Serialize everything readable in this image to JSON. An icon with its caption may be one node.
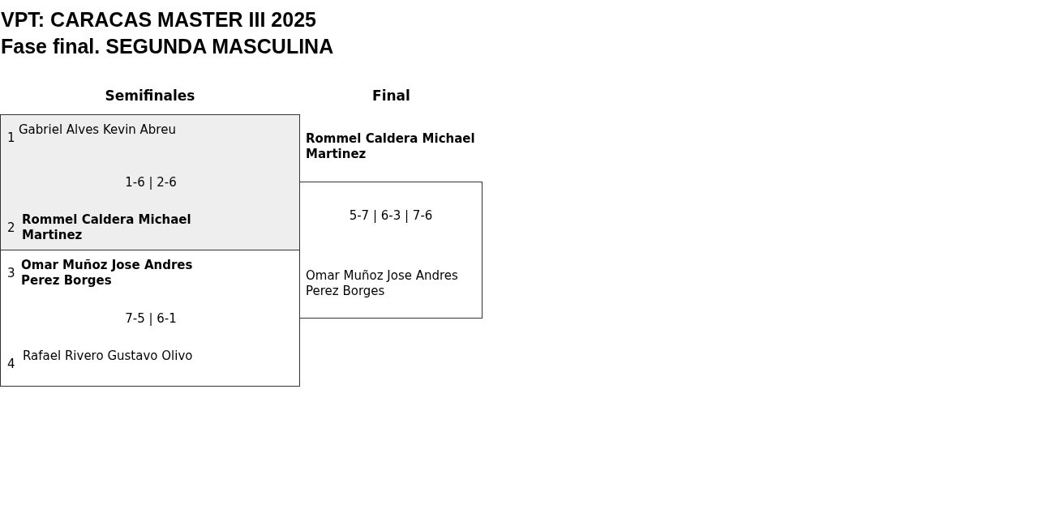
{
  "diagram": {
    "title": "VPT: CARACAS MASTER III 2025 Fase final. SEGUNDA MASCULINA",
    "nodes": [
      {
        "text": [
          "1",
          "Gabriel Alves Kevin Abreu",
          "1-6 | 2-6",
          "2",
          "Rommel Caldera Michael Martinez"
        ]
      },
      {
        "text": [
          "3",
          "Omar Muñoz Jose Andres Perez Borges",
          "7-5 | 6-1",
          "4",
          "Rafael Rivero Gustavo Olivo"
        ]
      },
      {
        "text": [
          "Rommel Caldera Michael Martinez",
          "5-7 | 6-3 | 7-6",
          "Omar Muñoz Jose Andres Perez Borges"
        ]
      }
    ],
    "labels": [
      "Semifinales",
      "Final"
    ]
  }
}
